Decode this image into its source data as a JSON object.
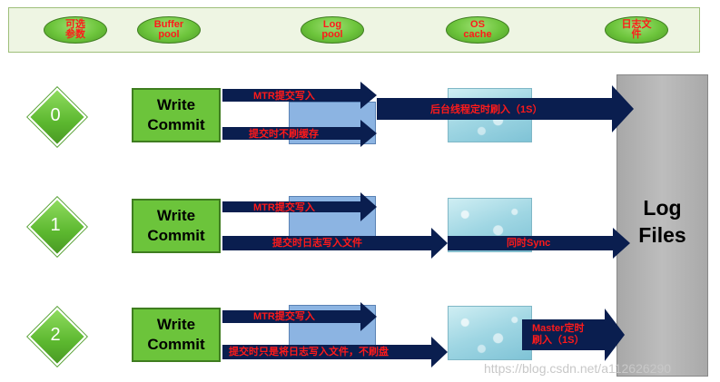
{
  "header": {
    "pills": [
      {
        "label": "可选\n参数"
      },
      {
        "label": "Buffer\npool"
      },
      {
        "label": "Log\npool"
      },
      {
        "label": "OS\ncache"
      },
      {
        "label": "日志文\n件"
      }
    ]
  },
  "rows": [
    {
      "mode": "0",
      "write_commit": "Write\nCommit",
      "labels": {
        "mtr": "MTR提交写入",
        "commit": "提交时不刷缓存",
        "flush": "后台线程定时刷入（1S）"
      }
    },
    {
      "mode": "1",
      "write_commit": "Write\nCommit",
      "labels": {
        "mtr": "MTR提交写入",
        "commit": "提交时日志写入文件",
        "sync": "同时Sync"
      }
    },
    {
      "mode": "2",
      "write_commit": "Write\nCommit",
      "labels": {
        "mtr": "MTR提交写入",
        "commit": "提交时只是将日志写入文件，不刷盘",
        "master": "Master定时\n刷入（1S）"
      }
    }
  ],
  "log_files": {
    "label": "Log\nFiles"
  },
  "watermark": "https://blog.csdn.net/a112626290",
  "colors": {
    "arrow": "#0a1e4f",
    "label": "#ff1a1a",
    "green": "#6cc43b",
    "log_pool": "#8cb4e2",
    "log_files": "#b3b3b3"
  }
}
